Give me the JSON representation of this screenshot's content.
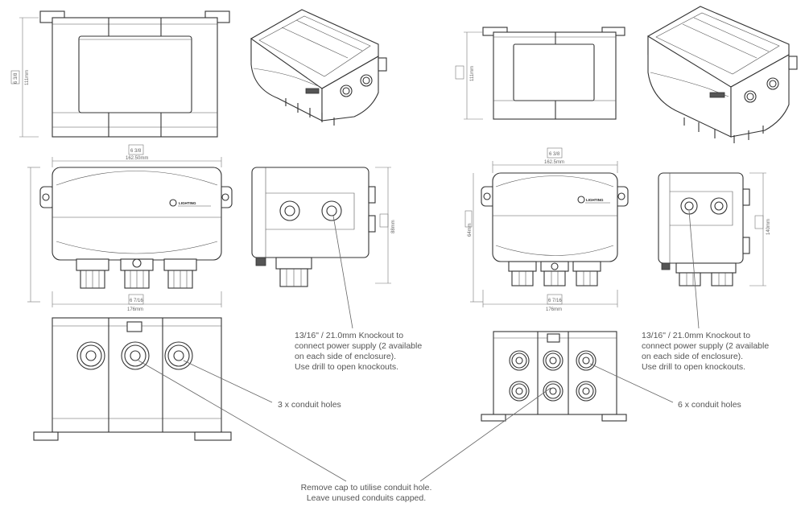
{
  "left": {
    "front_height_frac": "6 3/8",
    "front_height_mm": "111mm",
    "top_width_frac": "6 3/8",
    "top_width_mm": "162.50mm",
    "top_depth_frac": "6 7/16",
    "top_depth_mm": "176mm",
    "side_depth_mm": "88mm",
    "logo": "LIGHTING",
    "knockout_note": [
      "13/16\" / 21.0mm Knockout to",
      "connect power supply (2 available",
      "on each side of enclosure).",
      "Use drill to open knockouts."
    ],
    "conduit_note": "3 x conduit holes"
  },
  "right": {
    "front_height_mm": "111mm",
    "top_width_frac": "6 3/8",
    "top_width_mm": "162.5mm",
    "top_inner_mm": "64mm",
    "top_depth_frac": "6 7/16",
    "top_depth_mm": "176mm",
    "side_depth_mm": "140mm",
    "logo": "LIGHTING",
    "knockout_note": [
      "13/16\" / 21.0mm Knockout to",
      "connect power supply (2 available",
      "on each side of enclosure).",
      "Use drill to open knockouts."
    ],
    "conduit_note": "6 x conduit holes"
  },
  "cap_note": [
    "Remove cap to utilise conduit hole.",
    "Leave unused conduits capped."
  ]
}
